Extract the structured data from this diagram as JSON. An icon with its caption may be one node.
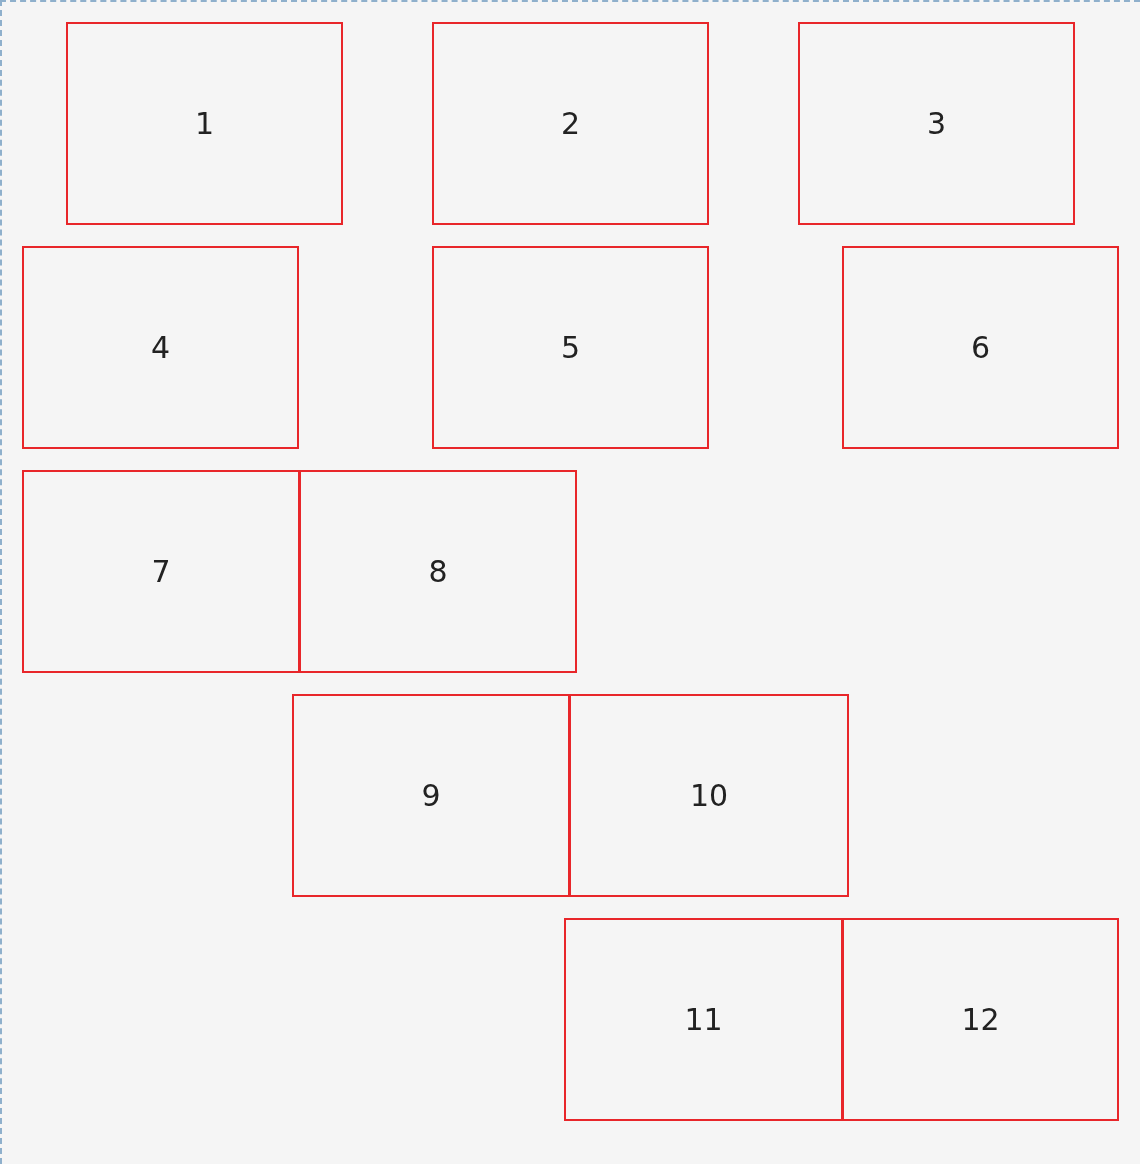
{
  "diagram": {
    "nodes": [
      {
        "text": [
          "1"
        ]
      },
      {
        "text": [
          "2"
        ]
      },
      {
        "text": [
          "3"
        ]
      },
      {
        "text": [
          "4"
        ]
      },
      {
        "text": [
          "5"
        ]
      },
      {
        "text": [
          "6"
        ]
      },
      {
        "text": [
          "7"
        ]
      },
      {
        "text": [
          "8"
        ]
      },
      {
        "text": [
          "9"
        ]
      },
      {
        "text": [
          "10"
        ]
      },
      {
        "text": [
          "11"
        ]
      },
      {
        "text": [
          "12"
        ]
      }
    ]
  }
}
